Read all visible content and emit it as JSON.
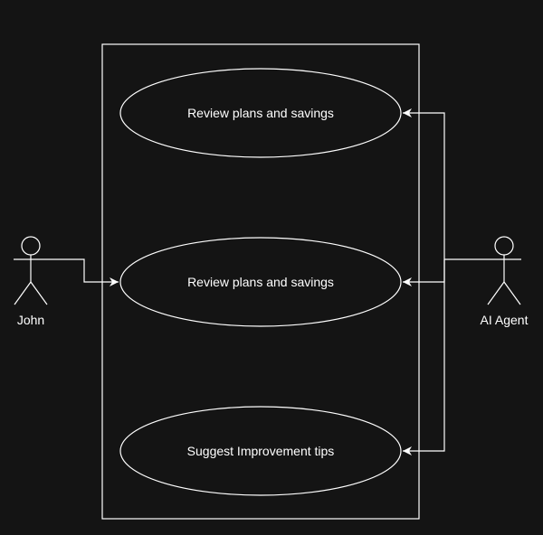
{
  "colors": {
    "background": "#141414",
    "stroke": "#ffffff",
    "text": "#ffffff"
  },
  "actors": {
    "john": {
      "label": "John"
    },
    "agent": {
      "label": "AI Agent"
    }
  },
  "use_cases": [
    {
      "label": "Review plans and savings"
    },
    {
      "label": "Review plans and savings"
    },
    {
      "label": "Suggest Improvement tips"
    }
  ],
  "relations": [
    {
      "from": "John",
      "to": "use_case_2"
    },
    {
      "from": "AI Agent",
      "to": "use_case_1"
    },
    {
      "from": "AI Agent",
      "to": "use_case_2"
    },
    {
      "from": "AI Agent",
      "to": "use_case_3"
    }
  ]
}
